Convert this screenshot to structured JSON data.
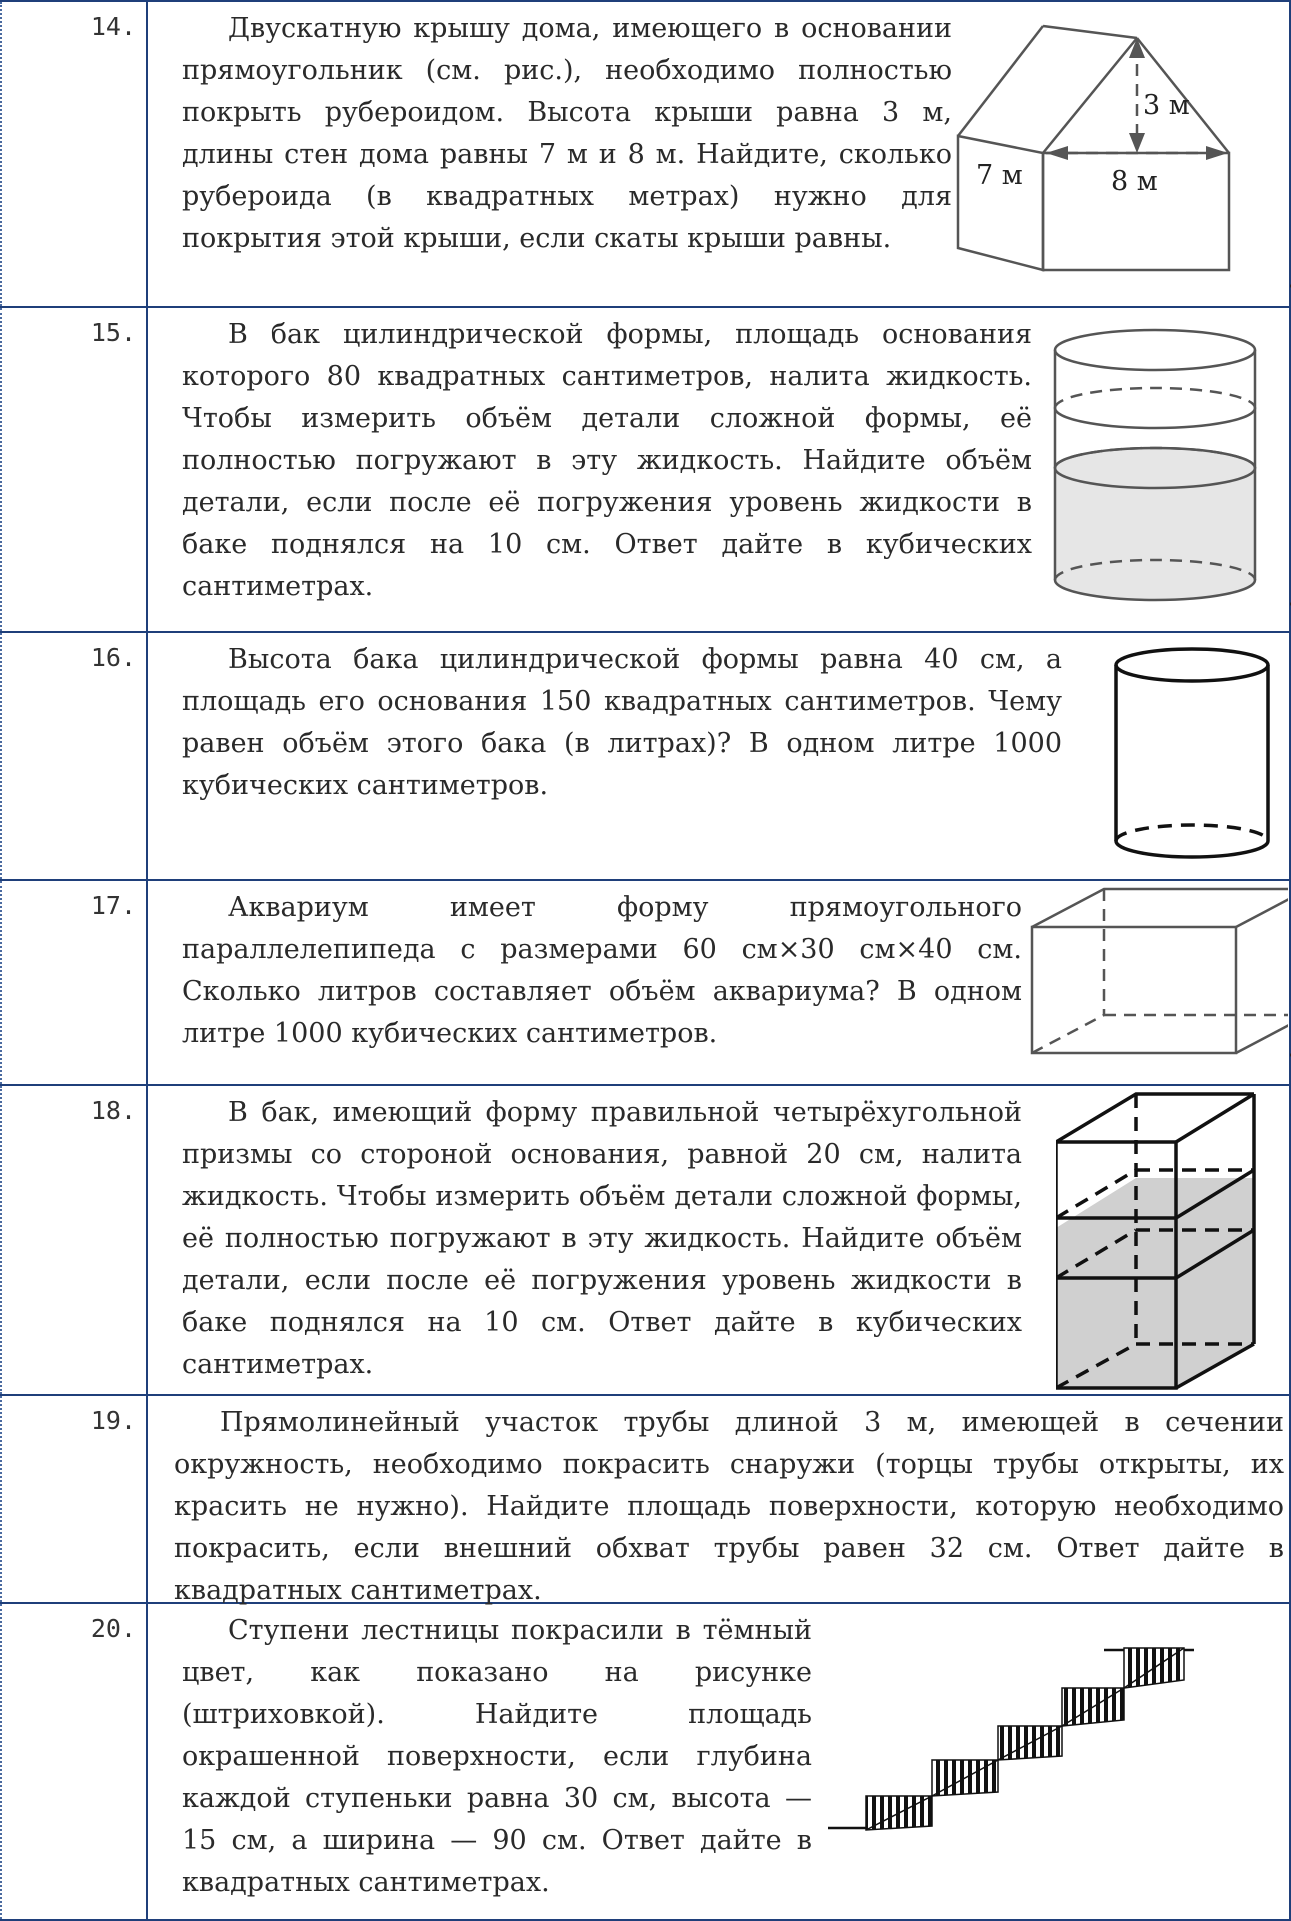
{
  "tasks": [
    {
      "number": "14.",
      "text": "Двускатную крышу дома, имеющего в основании прямоугольник (см. рис.), необходимо полностью покрыть рубероидом. Высота крыши равна 3 м, длины стен дома равны 7 м и 8 м. Найдите, сколько рубероида (в квадратных метрах) нужно для покрытия этой крыши, если скаты крыши равны.",
      "figure_labels": {
        "height": "3 м",
        "side": "7 м",
        "front": "8 м"
      }
    },
    {
      "number": "15.",
      "text": "В бак цилиндрической формы, площадь основания которого 80 квадратных сантиметров, налита жидкость. Чтобы измерить объём детали сложной формы, её полностью погружают в эту жидкость. Найдите объём детали, если после её погружения уровень жидкости в баке поднялся на 10 см. Ответ дайте в кубических сантиметрах."
    },
    {
      "number": "16.",
      "text": "Высота бака цилиндрической формы равна 40 см, а площадь его основания 150 квадратных сантиметров. Чему равен объём этого бака (в литрах)? В одном литре 1000 кубических сантиметров."
    },
    {
      "number": "17.",
      "text": "Аквариум имеет форму прямоугольного параллелепипеда с размерами 60 см×30 см×40 см. Сколько литров составляет объём аквариума? В одном литре 1000 кубических сантиметров."
    },
    {
      "number": "18.",
      "text": "В бак, имеющий форму правильной четырёхугольной призмы со стороной основания, равной 20 см, налита жидкость. Чтобы измерить объём детали сложной формы, её полностью погружают в эту жидкость. Найдите объём детали, если после её погружения уровень жидкости в баке поднялся на 10 см. Ответ дайте в кубических сантиметрах."
    },
    {
      "number": "19.",
      "text": "Прямолинейный участок трубы длиной 3 м, имеющей в сечении окружность, необходимо покрасить снаружи (торцы трубы открыты, их красить не нужно). Найдите площадь поверхности, которую необходимо покрасить, если внешний обхват трубы равен 32 см. Ответ дайте в квадратных сантиметрах."
    },
    {
      "number": "20.",
      "text": "Ступени лестницы покрасили в тёмный цвет, как показано на рисунке (штриховкой). Найдите площадь окрашенной поверхности, если глубина каждой ступеньки равна 30 см, высота — 15 см, а ширина — 90 см. Ответ дайте в квадратных сантиметрах."
    }
  ]
}
